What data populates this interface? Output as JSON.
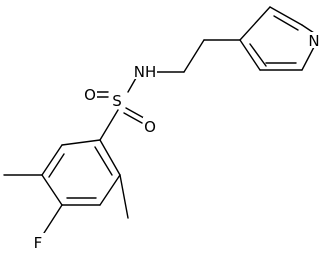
{
  "molecule": {
    "atoms": {
      "n_pyridine": "N",
      "nh": "NH",
      "s": "S",
      "o_top": "O",
      "o_bottom": "O",
      "f": "F"
    }
  },
  "colors": {
    "bond": "#000000",
    "text": "#000000",
    "background": "#ffffff"
  }
}
